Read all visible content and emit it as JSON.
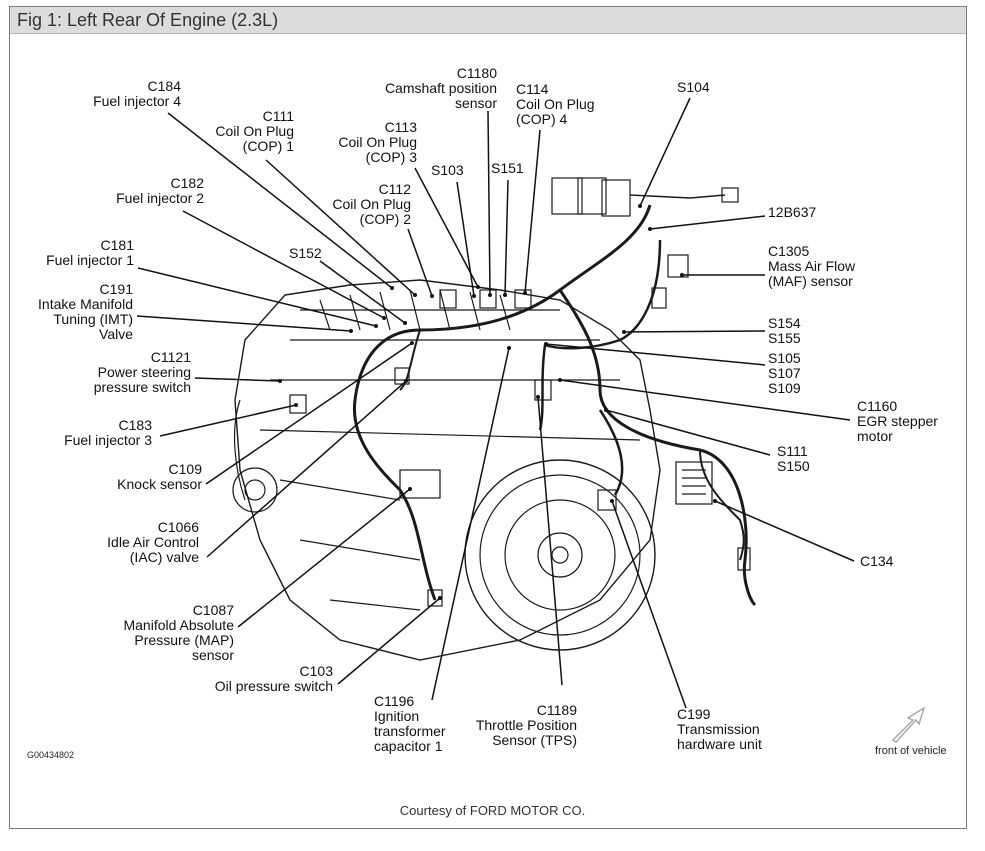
{
  "figure": {
    "title": "Fig 1: Left Rear Of Engine (2.3L)",
    "figure_id": "G00434802",
    "front_label": "front of vehicle",
    "courtesy": "Courtesy of FORD MOTOR CO."
  },
  "callouts": {
    "c184": [
      "C184",
      "Fuel injector 4"
    ],
    "c111": [
      "C111",
      "Coil On Plug",
      "(COP) 1"
    ],
    "c1180": [
      "C1180",
      "Camshaft position",
      "sensor"
    ],
    "c114": [
      "C114",
      "Coil On Plug",
      "(COP) 4"
    ],
    "s104": [
      "S104"
    ],
    "c113": [
      "C113",
      "Coil On Plug",
      "(COP) 3"
    ],
    "s103": [
      "S103"
    ],
    "s151": [
      "S151"
    ],
    "c182": [
      "C182",
      "Fuel injector 2"
    ],
    "c112": [
      "C112",
      "Coil On Plug",
      "(COP) 2"
    ],
    "p12b637": [
      "12B637"
    ],
    "c181": [
      "C181",
      "Fuel injector 1"
    ],
    "s152": [
      "S152"
    ],
    "c1305": [
      "C1305",
      "Mass Air Flow",
      "(MAF) sensor"
    ],
    "c191": [
      "C191",
      "Intake Manifold",
      "Tuning (IMT)",
      "Valve"
    ],
    "s154_155": [
      "S154",
      "S155"
    ],
    "c1121": [
      "C1121",
      "Power steering",
      "pressure switch"
    ],
    "s105_107_109": [
      "S105",
      "S107",
      "S109"
    ],
    "c1160": [
      "C1160",
      "EGR stepper",
      "motor"
    ],
    "c183": [
      "C183",
      "Fuel injector 3"
    ],
    "s111_150": [
      "S111",
      "S150"
    ],
    "c109": [
      "C109",
      "Knock sensor"
    ],
    "c1066": [
      "C1066",
      "Idle Air Control",
      "(IAC) valve"
    ],
    "c134": [
      "C134"
    ],
    "c1087": [
      "C1087",
      "Manifold Absolute",
      "Pressure (MAP)",
      "sensor"
    ],
    "c103": [
      "C103",
      "Oil pressure switch"
    ],
    "c1196": [
      "C1196",
      "Ignition",
      "transformer",
      "capacitor 1"
    ],
    "c1189": [
      "C1189",
      "Throttle Position",
      "Sensor (TPS)"
    ],
    "c199": [
      "C199",
      "Transmission",
      "hardware unit"
    ]
  }
}
